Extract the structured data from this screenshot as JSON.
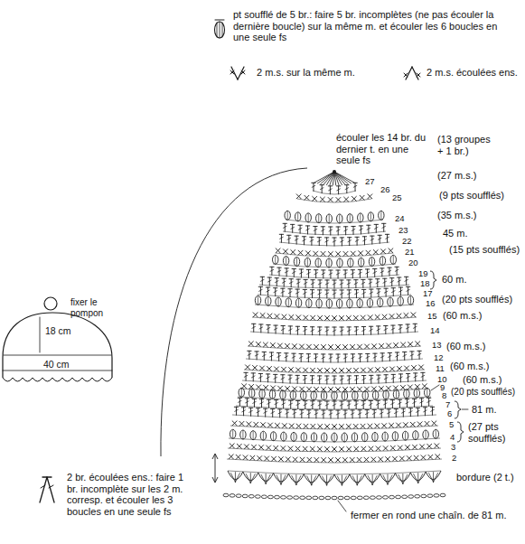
{
  "diagram": {
    "labels": [
      "fixer le pompon",
      "18 cm",
      "40 cm",
      "écouler les 14 br. du dernier t. en une seule fs",
      "27",
      "26",
      "25",
      "24",
      "23",
      "22",
      "21",
      "20",
      "19",
      "18",
      "17",
      "16",
      "15",
      "14",
      "13",
      "12",
      "11",
      "10",
      "9",
      "8",
      "7",
      "6",
      "5",
      "4",
      "3",
      "2",
      "(13 groupes + 1 br.)",
      "(27 m.s.)",
      "(9 pts soufflés)",
      "(35 m.s.)",
      "45 m.",
      "(15 pts soufflés)",
      "60 m.",
      "(20 pts soufflés)",
      "(60 m.s.)",
      "(60 m.s.)",
      "(60 m.s.)",
      "(60 m.s.)",
      "(20 pts soufflés)",
      "81 m.",
      "(27 pts soufflés)",
      "bordure (2 t.)",
      "fermer en rond une chaîn. de 81 m."
    ],
    "legend": [
      {
        "text": "pt soufflé de 5 br.: faire 5 br. incomplètes (ne pas écouler la dernière boucle) sur la même m. et écouler les 6 boucles en une seule fs"
      },
      {
        "text": "2 m.s. sur la même m."
      },
      {
        "text": "2 m.s. écoulées ens."
      },
      {
        "text": "2 br. écoulées ens.: faire 1 br. incomplète sur les 2 m. corresp. et écouler les 3 boucles en une seule fs"
      }
    ]
  }
}
